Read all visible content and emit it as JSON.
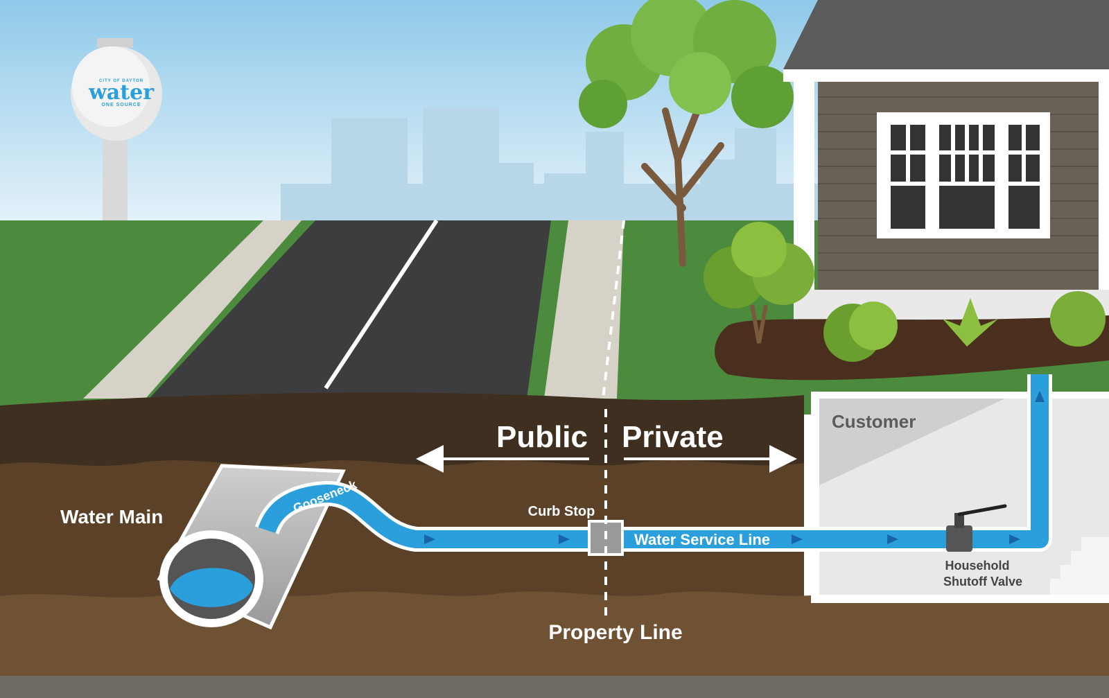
{
  "tower": {
    "top_text": "CITY OF DAYTON",
    "brand": "water",
    "tagline": "ONE SOURCE"
  },
  "labels": {
    "public": "Public",
    "private": "Private",
    "water_main": "Water Main",
    "gooseneck": "Gooseneck",
    "curb_stop": "Curb Stop",
    "service_line": "Water Service Line",
    "customer": "Customer",
    "shutoff_line1": "Household",
    "shutoff_line2": "Shutoff Valve",
    "property_line": "Property Line"
  },
  "colors": {
    "sky_top": "#cfe8f5",
    "grass": "#4c8b3e",
    "road": "#3d3d3f",
    "soil_dark": "#3f2f20",
    "soil_mid": "#5a4128",
    "soil_light": "#6f5133",
    "pipe_blue": "#2a9fdc",
    "house_siding": "#6b6257",
    "label_white": "#ffffff"
  }
}
